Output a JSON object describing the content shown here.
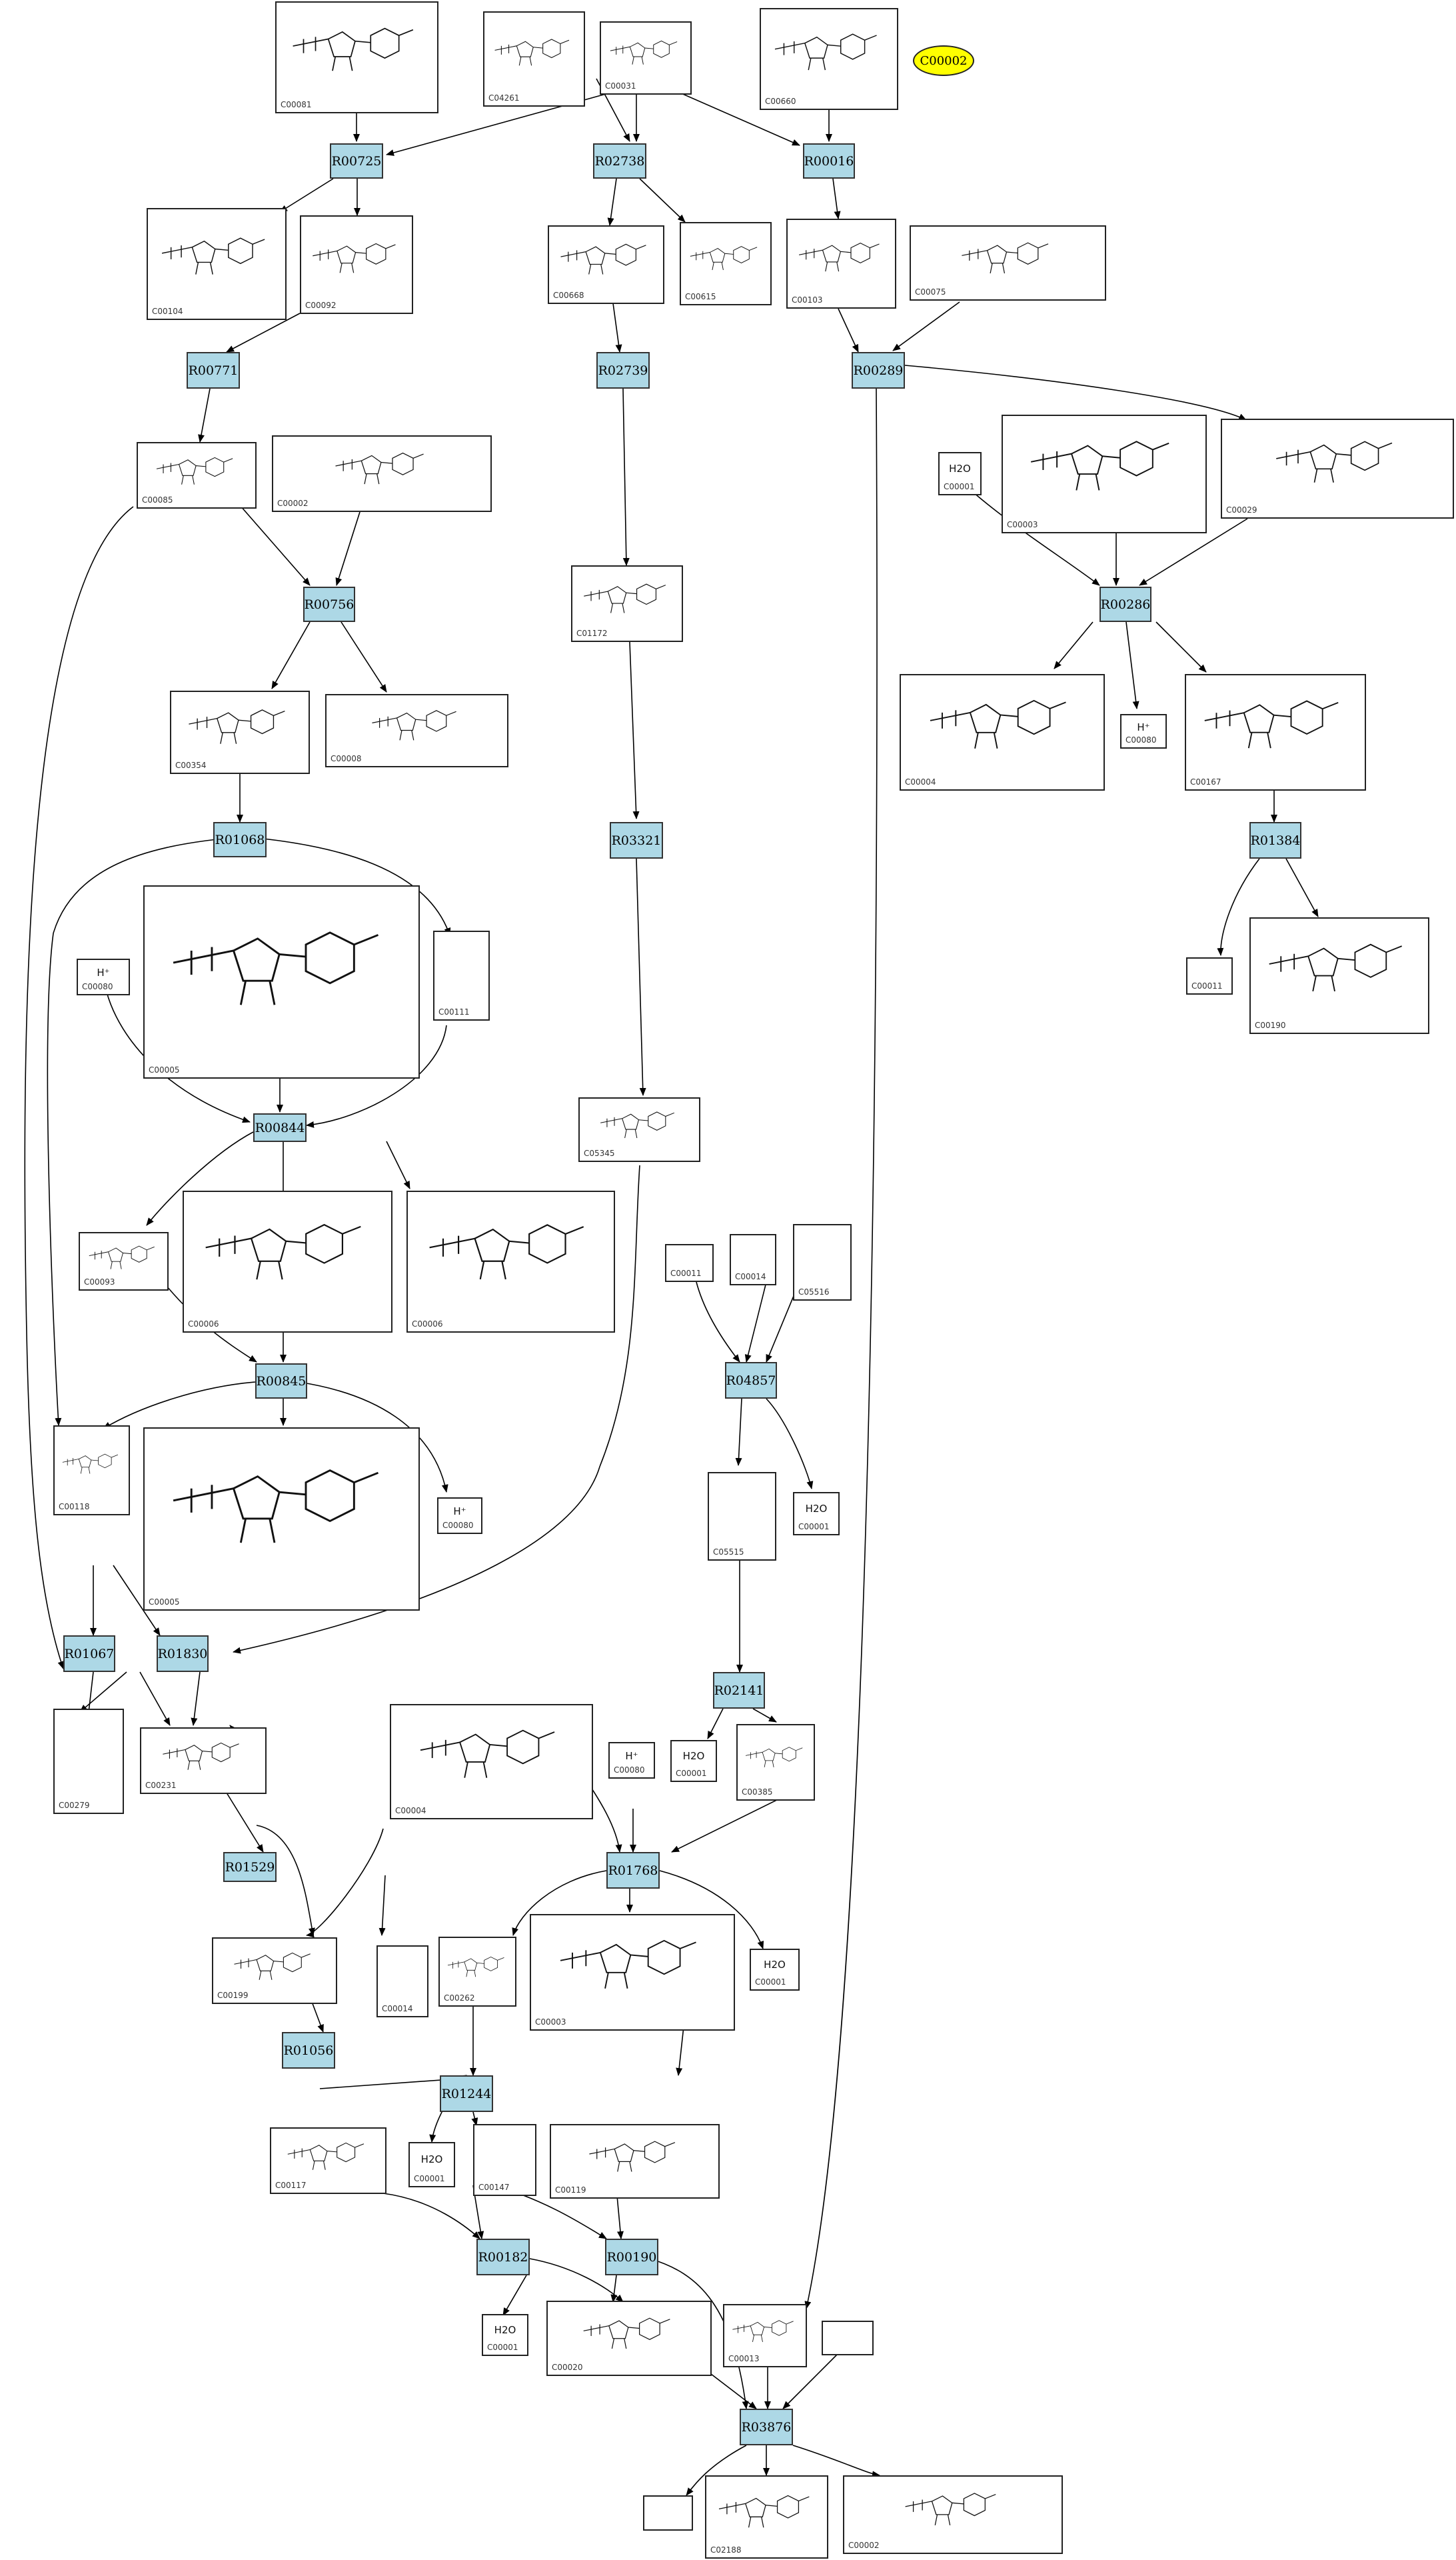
{
  "highlight": {
    "label": "C00002",
    "color": "#ffff00"
  },
  "colors": {
    "reaction_fill": "#add8e6",
    "edge": "#000000"
  },
  "reactions": [
    {
      "id": "R00725"
    },
    {
      "id": "R02738"
    },
    {
      "id": "R00016"
    },
    {
      "id": "R00771"
    },
    {
      "id": "R02739"
    },
    {
      "id": "R00289"
    },
    {
      "id": "R00756"
    },
    {
      "id": "R00286"
    },
    {
      "id": "R01068"
    },
    {
      "id": "R03321"
    },
    {
      "id": "R01384"
    },
    {
      "id": "R00844"
    },
    {
      "id": "R04857"
    },
    {
      "id": "R00845"
    },
    {
      "id": "R01067"
    },
    {
      "id": "R01830"
    },
    {
      "id": "R02141"
    },
    {
      "id": "R01768"
    },
    {
      "id": "R01529"
    },
    {
      "id": "R01056"
    },
    {
      "id": "R01244"
    },
    {
      "id": "R00182"
    },
    {
      "id": "R00190"
    },
    {
      "id": "R03876"
    }
  ],
  "compounds": [
    {
      "key": "c00081",
      "cid": "C00081"
    },
    {
      "key": "c04261",
      "cid": "C04261"
    },
    {
      "key": "c00031",
      "cid": "C00031"
    },
    {
      "key": "c00660",
      "cid": "C00660"
    },
    {
      "key": "c00104",
      "cid": "C00104"
    },
    {
      "key": "c00092",
      "cid": "C00092"
    },
    {
      "key": "c00668",
      "cid": "C00668"
    },
    {
      "key": "c00615",
      "cid": "C00615"
    },
    {
      "key": "c00103",
      "cid": "C00103"
    },
    {
      "key": "c00075",
      "cid": "C00075"
    },
    {
      "key": "c00085",
      "cid": "C00085"
    },
    {
      "key": "c00002a",
      "cid": "C00002"
    },
    {
      "key": "c00001a",
      "cid": "C00001",
      "label": "H2O"
    },
    {
      "key": "c00003a",
      "cid": "C00003"
    },
    {
      "key": "c00029",
      "cid": "C00029"
    },
    {
      "key": "c01172",
      "cid": "C01172"
    },
    {
      "key": "c00354",
      "cid": "C00354"
    },
    {
      "key": "c00008",
      "cid": "C00008"
    },
    {
      "key": "c00004a",
      "cid": "C00004"
    },
    {
      "key": "c00080a",
      "cid": "C00080",
      "label": "H⁺"
    },
    {
      "key": "c00167",
      "cid": "C00167"
    },
    {
      "key": "c00080b",
      "cid": "C00080",
      "label": "H⁺"
    },
    {
      "key": "c00005a",
      "cid": "C00005"
    },
    {
      "key": "c00111",
      "cid": "C00111"
    },
    {
      "key": "c00011a",
      "cid": "C00011"
    },
    {
      "key": "c00190",
      "cid": "C00190"
    },
    {
      "key": "c05345",
      "cid": "C05345"
    },
    {
      "key": "c00093",
      "cid": "C00093"
    },
    {
      "key": "c00006a",
      "cid": "C00006"
    },
    {
      "key": "c00006b",
      "cid": "C00006"
    },
    {
      "key": "c00011b",
      "cid": "C00011"
    },
    {
      "key": "c00014a",
      "cid": "C00014"
    },
    {
      "key": "c05516",
      "cid": "C05516"
    },
    {
      "key": "c00118",
      "cid": "C00118"
    },
    {
      "key": "c00005b",
      "cid": "C00005"
    },
    {
      "key": "c00080c",
      "cid": "C00080",
      "label": "H⁺"
    },
    {
      "key": "c05515",
      "cid": "C05515"
    },
    {
      "key": "c00001b",
      "cid": "C00001",
      "label": "H2O"
    },
    {
      "key": "c00279",
      "cid": "C00279"
    },
    {
      "key": "c00231",
      "cid": "C00231"
    },
    {
      "key": "c00004b",
      "cid": "C00004"
    },
    {
      "key": "c00080d",
      "cid": "C00080",
      "label": "H⁺"
    },
    {
      "key": "c00001c",
      "cid": "C00001",
      "label": "H2O"
    },
    {
      "key": "c00385",
      "cid": "C00385"
    },
    {
      "key": "c00199",
      "cid": "C00199"
    },
    {
      "key": "c00014b",
      "cid": "C00014"
    },
    {
      "key": "c00262",
      "cid": "C00262"
    },
    {
      "key": "c00003b",
      "cid": "C00003"
    },
    {
      "key": "c00001d",
      "cid": "C00001",
      "label": "H2O"
    },
    {
      "key": "c00117",
      "cid": "C00117"
    },
    {
      "key": "c00001e",
      "cid": "C00001",
      "label": "H2O"
    },
    {
      "key": "c00147",
      "cid": "C00147"
    },
    {
      "key": "c00119",
      "cid": "C00119"
    },
    {
      "key": "c00001f",
      "cid": "C00001",
      "label": "H2O"
    },
    {
      "key": "c00020",
      "cid": "C00020"
    },
    {
      "key": "c00013",
      "cid": "C00013"
    },
    {
      "key": "blankA",
      "cid": ""
    },
    {
      "key": "blankB",
      "cid": ""
    },
    {
      "key": "c02188",
      "cid": "C02188"
    },
    {
      "key": "c00002b",
      "cid": "C00002"
    }
  ]
}
